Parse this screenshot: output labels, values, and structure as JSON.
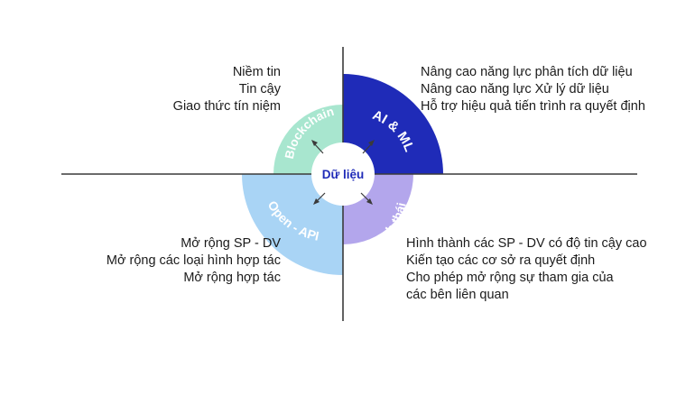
{
  "center_label": "Dữ liệu",
  "segments": {
    "blockchain": {
      "label": "Blockchain",
      "color": "#a8e6cf"
    },
    "ai_ml": {
      "label": "AI & ML",
      "color": "#1f2bb8"
    },
    "open_api": {
      "label": "Open - API",
      "color": "#a9d4f5"
    },
    "ecosystem": {
      "label": "Hệ sinh thái",
      "color": "#b3a6ec"
    }
  },
  "quadrants": {
    "top_left": [
      "Niềm tin",
      "Tin cậy",
      "Giao thức tín niệm"
    ],
    "top_right": [
      "Nâng cao năng lực phân tích dữ liệu",
      "Nâng cao năng lực Xử lý dữ liệu",
      "Hỗ trợ hiệu quả tiến trình ra quyết định"
    ],
    "bottom_left": [
      "Mở rộng SP - DV",
      "Mở rộng các loại hình hợp tác",
      "Mở rộng hợp tác"
    ],
    "bottom_right": [
      "Hình thành các SP - DV có độ tin cậy cao",
      "Kiến tạo các cơ sở ra quyết định",
      "Cho phép mở rộng sự tham gia của",
      "các bên liên quan"
    ]
  },
  "colors": {
    "axis": "#3a3a3a",
    "center_text": "#1f2bb8",
    "label_text": "#ffffff"
  }
}
